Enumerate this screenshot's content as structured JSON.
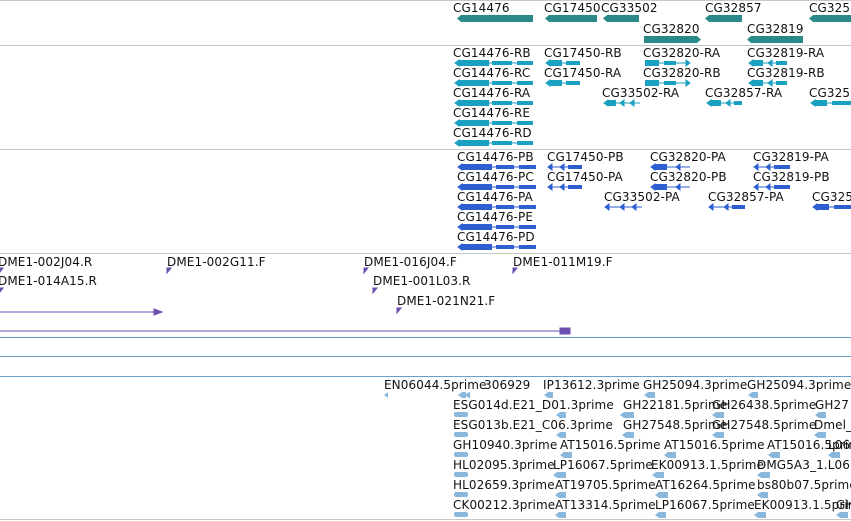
{
  "colors": {
    "separator": "#c8c8c8",
    "separator_blue": "#6aa0c8",
    "gene": "#2a8a8a",
    "transcript": "#1aa0c0",
    "protein": "#2e5fd0",
    "clone": "#6a4fb0",
    "est": "#8ab8dc"
  },
  "tracks": {
    "genes": {
      "features": [
        {
          "label": "CG14476",
          "dir": "left"
        },
        {
          "label": "CG17450",
          "dir": "left"
        },
        {
          "label": "CG33502",
          "dir": "left"
        },
        {
          "label": "CG32820",
          "dir": "right"
        },
        {
          "label": "CG32857",
          "dir": "left"
        },
        {
          "label": "CG32819",
          "dir": "left"
        },
        {
          "label": "CG325",
          "dir": "left"
        }
      ]
    },
    "transcripts": {
      "features": [
        {
          "label": "CG14476-RB"
        },
        {
          "label": "CG14476-RC"
        },
        {
          "label": "CG14476-RA"
        },
        {
          "label": "CG14476-RE"
        },
        {
          "label": "CG14476-RD"
        },
        {
          "label": "CG17450-RB"
        },
        {
          "label": "CG17450-RA"
        },
        {
          "label": "CG32820-RA"
        },
        {
          "label": "CG32820-RB"
        },
        {
          "label": "CG33502-RA"
        },
        {
          "label": "CG32819-RA"
        },
        {
          "label": "CG32819-RB"
        },
        {
          "label": "CG32857-RA"
        },
        {
          "label": "CG325"
        }
      ]
    },
    "proteins": {
      "features": [
        {
          "label": "CG14476-PB"
        },
        {
          "label": "CG14476-PC"
        },
        {
          "label": "CG14476-PA"
        },
        {
          "label": "CG14476-PE"
        },
        {
          "label": "CG14476-PD"
        },
        {
          "label": "CG17450-PB"
        },
        {
          "label": "CG17450-PA"
        },
        {
          "label": "CG32820-PA"
        },
        {
          "label": "CG32820-PB"
        },
        {
          "label": "CG33502-PA"
        },
        {
          "label": "CG32819-PA"
        },
        {
          "label": "CG32819-PB"
        },
        {
          "label": "CG32857-PA"
        },
        {
          "label": "CG325"
        }
      ]
    },
    "clones": {
      "features": [
        {
          "label": "DME1-002J04.R"
        },
        {
          "label": "DME1-014A15.R"
        },
        {
          "label": "DME1-002G11.F"
        },
        {
          "label": "DME1-016J04.F"
        },
        {
          "label": "DME1-001L03.R"
        },
        {
          "label": "DME1-021N21.F"
        },
        {
          "label": "DME1-011M19.F"
        }
      ]
    },
    "ests": {
      "features": [
        {
          "label": "EN06044.5prime"
        },
        {
          "label": "306929"
        },
        {
          "label": "IP13612.3prime"
        },
        {
          "label": "GH25094.3prime"
        },
        {
          "label": "GH25094.3prime"
        },
        {
          "label": "ESG014d.E21_D01.3prime"
        },
        {
          "label": "GH22181.5prime"
        },
        {
          "label": "GH26438.5prime"
        },
        {
          "label": "GH27"
        },
        {
          "label": "ESG013b.E21_C06.3prime"
        },
        {
          "label": "GH27548.5prime"
        },
        {
          "label": "GH27548.5prime"
        },
        {
          "label": "Dmel_"
        },
        {
          "label": "GH10940.3prime"
        },
        {
          "label": "AT15016.5prime"
        },
        {
          "label": "AT15016.5prime"
        },
        {
          "label": "AT15016.5prime"
        },
        {
          "label": "L06"
        },
        {
          "label": "HL02095.3prime"
        },
        {
          "label": "LP16067.5prime"
        },
        {
          "label": "EK00913.1.5prime"
        },
        {
          "label": "DMG5A3_1.L06"
        },
        {
          "label": "HL02659.3prime"
        },
        {
          "label": "AT19705.5prime"
        },
        {
          "label": "AT16264.5prime"
        },
        {
          "label": "bs80b07.5prime"
        },
        {
          "label": "CK00212.3prime"
        },
        {
          "label": "AT13314.5prime"
        },
        {
          "label": "LP16067.5prime"
        },
        {
          "label": "EK00913.1.5prime"
        },
        {
          "label": "GH"
        }
      ]
    }
  }
}
